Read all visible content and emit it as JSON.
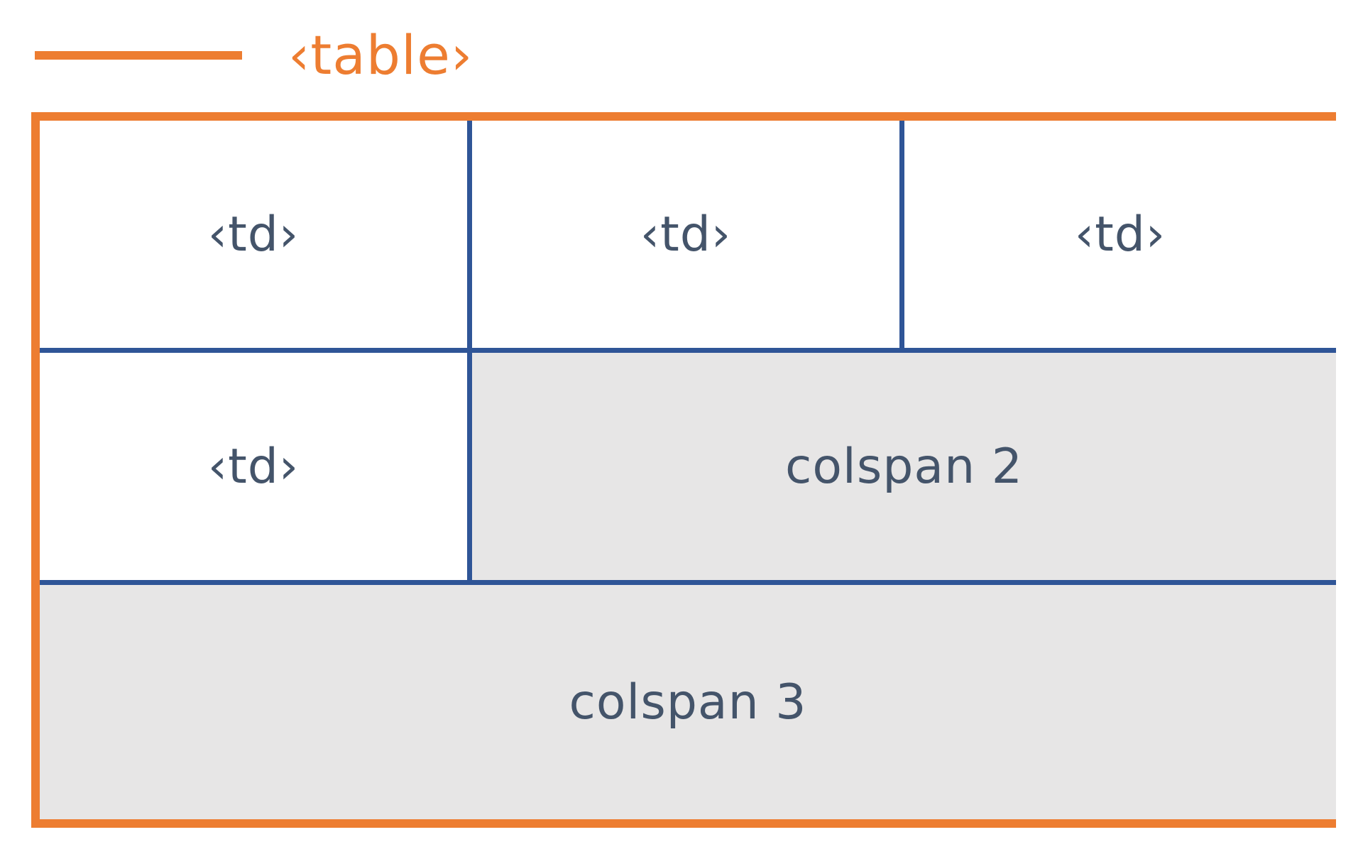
{
  "colors": {
    "table": "#ED7D31",
    "cell_border": "#2F5597",
    "cell_text": "#44546A",
    "span_background": "#E7E6E6"
  },
  "legend": {
    "label": "‹table›"
  },
  "table": {
    "rows": [
      {
        "cells": [
          {
            "text": "‹td›",
            "colspan": 1
          },
          {
            "text": "‹td›",
            "colspan": 1
          },
          {
            "text": "‹td›",
            "colspan": 1
          }
        ]
      },
      {
        "cells": [
          {
            "text": "‹td›",
            "colspan": 1
          },
          {
            "text": "colspan 2",
            "colspan": 2
          }
        ]
      },
      {
        "cells": [
          {
            "text": "colspan 3",
            "colspan": 3
          }
        ]
      }
    ]
  }
}
